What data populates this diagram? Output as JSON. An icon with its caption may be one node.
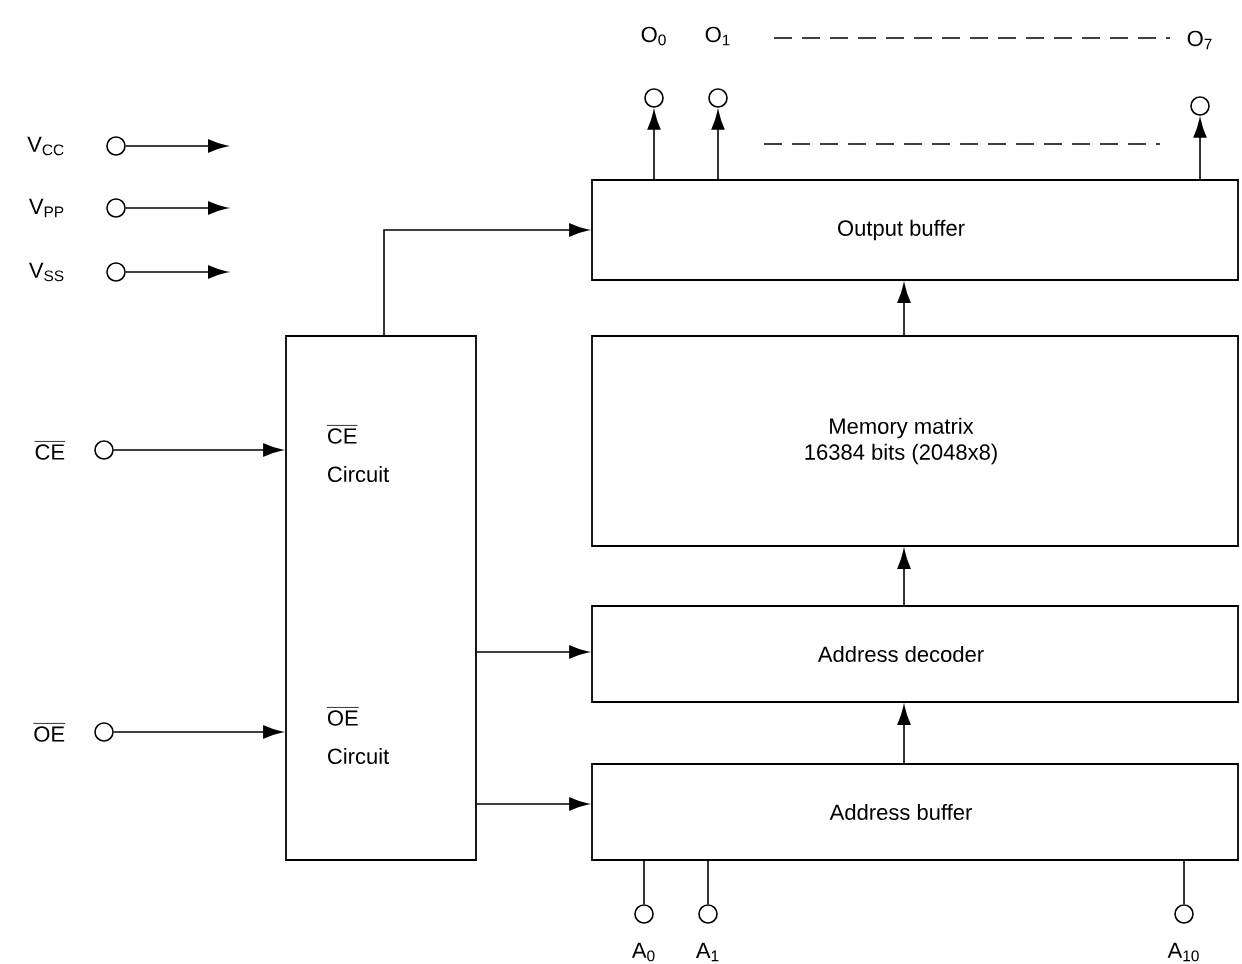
{
  "diagram": {
    "nodes": [
      {
        "text": [
          "V$_{CC}$"
        ]
      },
      {
        "text": [
          "V$_{PP}$"
        ]
      },
      {
        "text": [
          "V$_{SS}$"
        ]
      },
      {
        "text": [
          "CE"
        ]
      },
      {
        "text": [
          "OE"
        ]
      },
      {
        "text": [
          "CE",
          "Circuit",
          "OE",
          "Circuit"
        ]
      },
      {
        "text": [
          "Output buffer"
        ]
      },
      {
        "text": [
          "Memory matrix",
          "16384 bits (2048x8)"
        ]
      },
      {
        "text": [
          "Address decoder"
        ]
      },
      {
        "text": [
          "Address buffer"
        ]
      },
      {
        "text": [
          "O$_{0}$"
        ]
      },
      {
        "text": [
          "O$_{1}$"
        ]
      },
      {
        "text": [
          "O$_{7}$"
        ]
      },
      {
        "text": [
          "A$_{0}$"
        ]
      },
      {
        "text": [
          "A$_{1}$"
        ]
      },
      {
        "text": [
          "A$_{10}$"
        ]
      }
    ],
    "edges": [
      {
        "from": 0,
        "to": null,
        "arrow": "to"
      },
      {
        "from": 1,
        "to": null,
        "arrow": "to"
      },
      {
        "from": 2,
        "to": null,
        "arrow": "to"
      },
      {
        "from": 3,
        "to": 5,
        "arrow": "to"
      },
      {
        "from": 4,
        "to": 5,
        "arrow": "to"
      },
      {
        "from": 5,
        "to": 6,
        "arrow": "to"
      },
      {
        "from": 5,
        "to": 8,
        "arrow": "to"
      },
      {
        "from": 5,
        "to": 9,
        "arrow": "to"
      },
      {
        "from": 6,
        "to": 10,
        "arrow": "to"
      },
      {
        "from": 6,
        "to": 11,
        "arrow": "to"
      },
      {
        "from": 6,
        "to": 12,
        "arrow": "to"
      },
      {
        "from": 7,
        "to": 6,
        "arrow": "to"
      },
      {
        "from": 8,
        "to": 7,
        "arrow": "to"
      },
      {
        "from": 9,
        "to": 8,
        "arrow": "to"
      },
      {
        "from": 13,
        "to": 9,
        "arrow": "none"
      },
      {
        "from": 14,
        "to": 9,
        "arrow": "none"
      },
      {
        "from": 15,
        "to": 9,
        "arrow": "none"
      }
    ]
  }
}
